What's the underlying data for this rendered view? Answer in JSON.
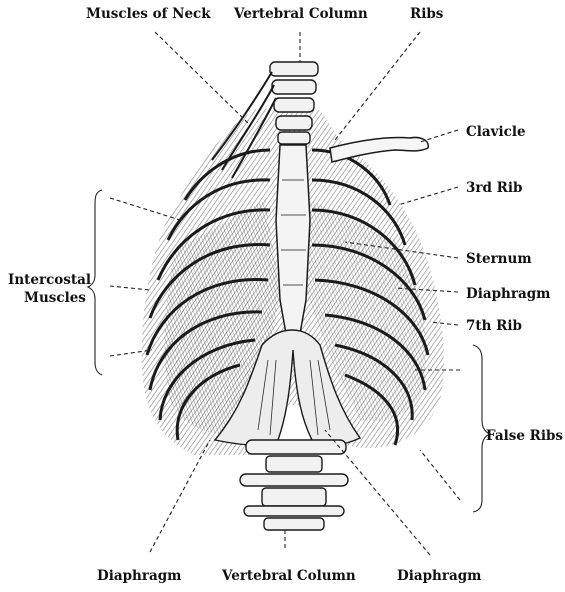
{
  "labels": {
    "muscles_of_neck": "Muscles of Neck",
    "vertebral_column_top": "Vertebral Column",
    "ribs": "Ribs",
    "clavicle": "Clavicle",
    "third_rib": "3rd Rib",
    "sternum": "Sternum",
    "diaphragm_right": "Diaphragm",
    "seventh_rib": "7th Rib",
    "false_ribs": "False Ribs",
    "intercostal_line1": "Intercostal",
    "intercostal_line2": "Muscles",
    "diaphragm_bottom_left": "Diaphragm",
    "vertebral_column_bottom": "Vertebral Column",
    "diaphragm_bottom_right": "Diaphragm"
  },
  "colors": {
    "ink": "#1a1a1a",
    "paper": "#ffffff"
  }
}
